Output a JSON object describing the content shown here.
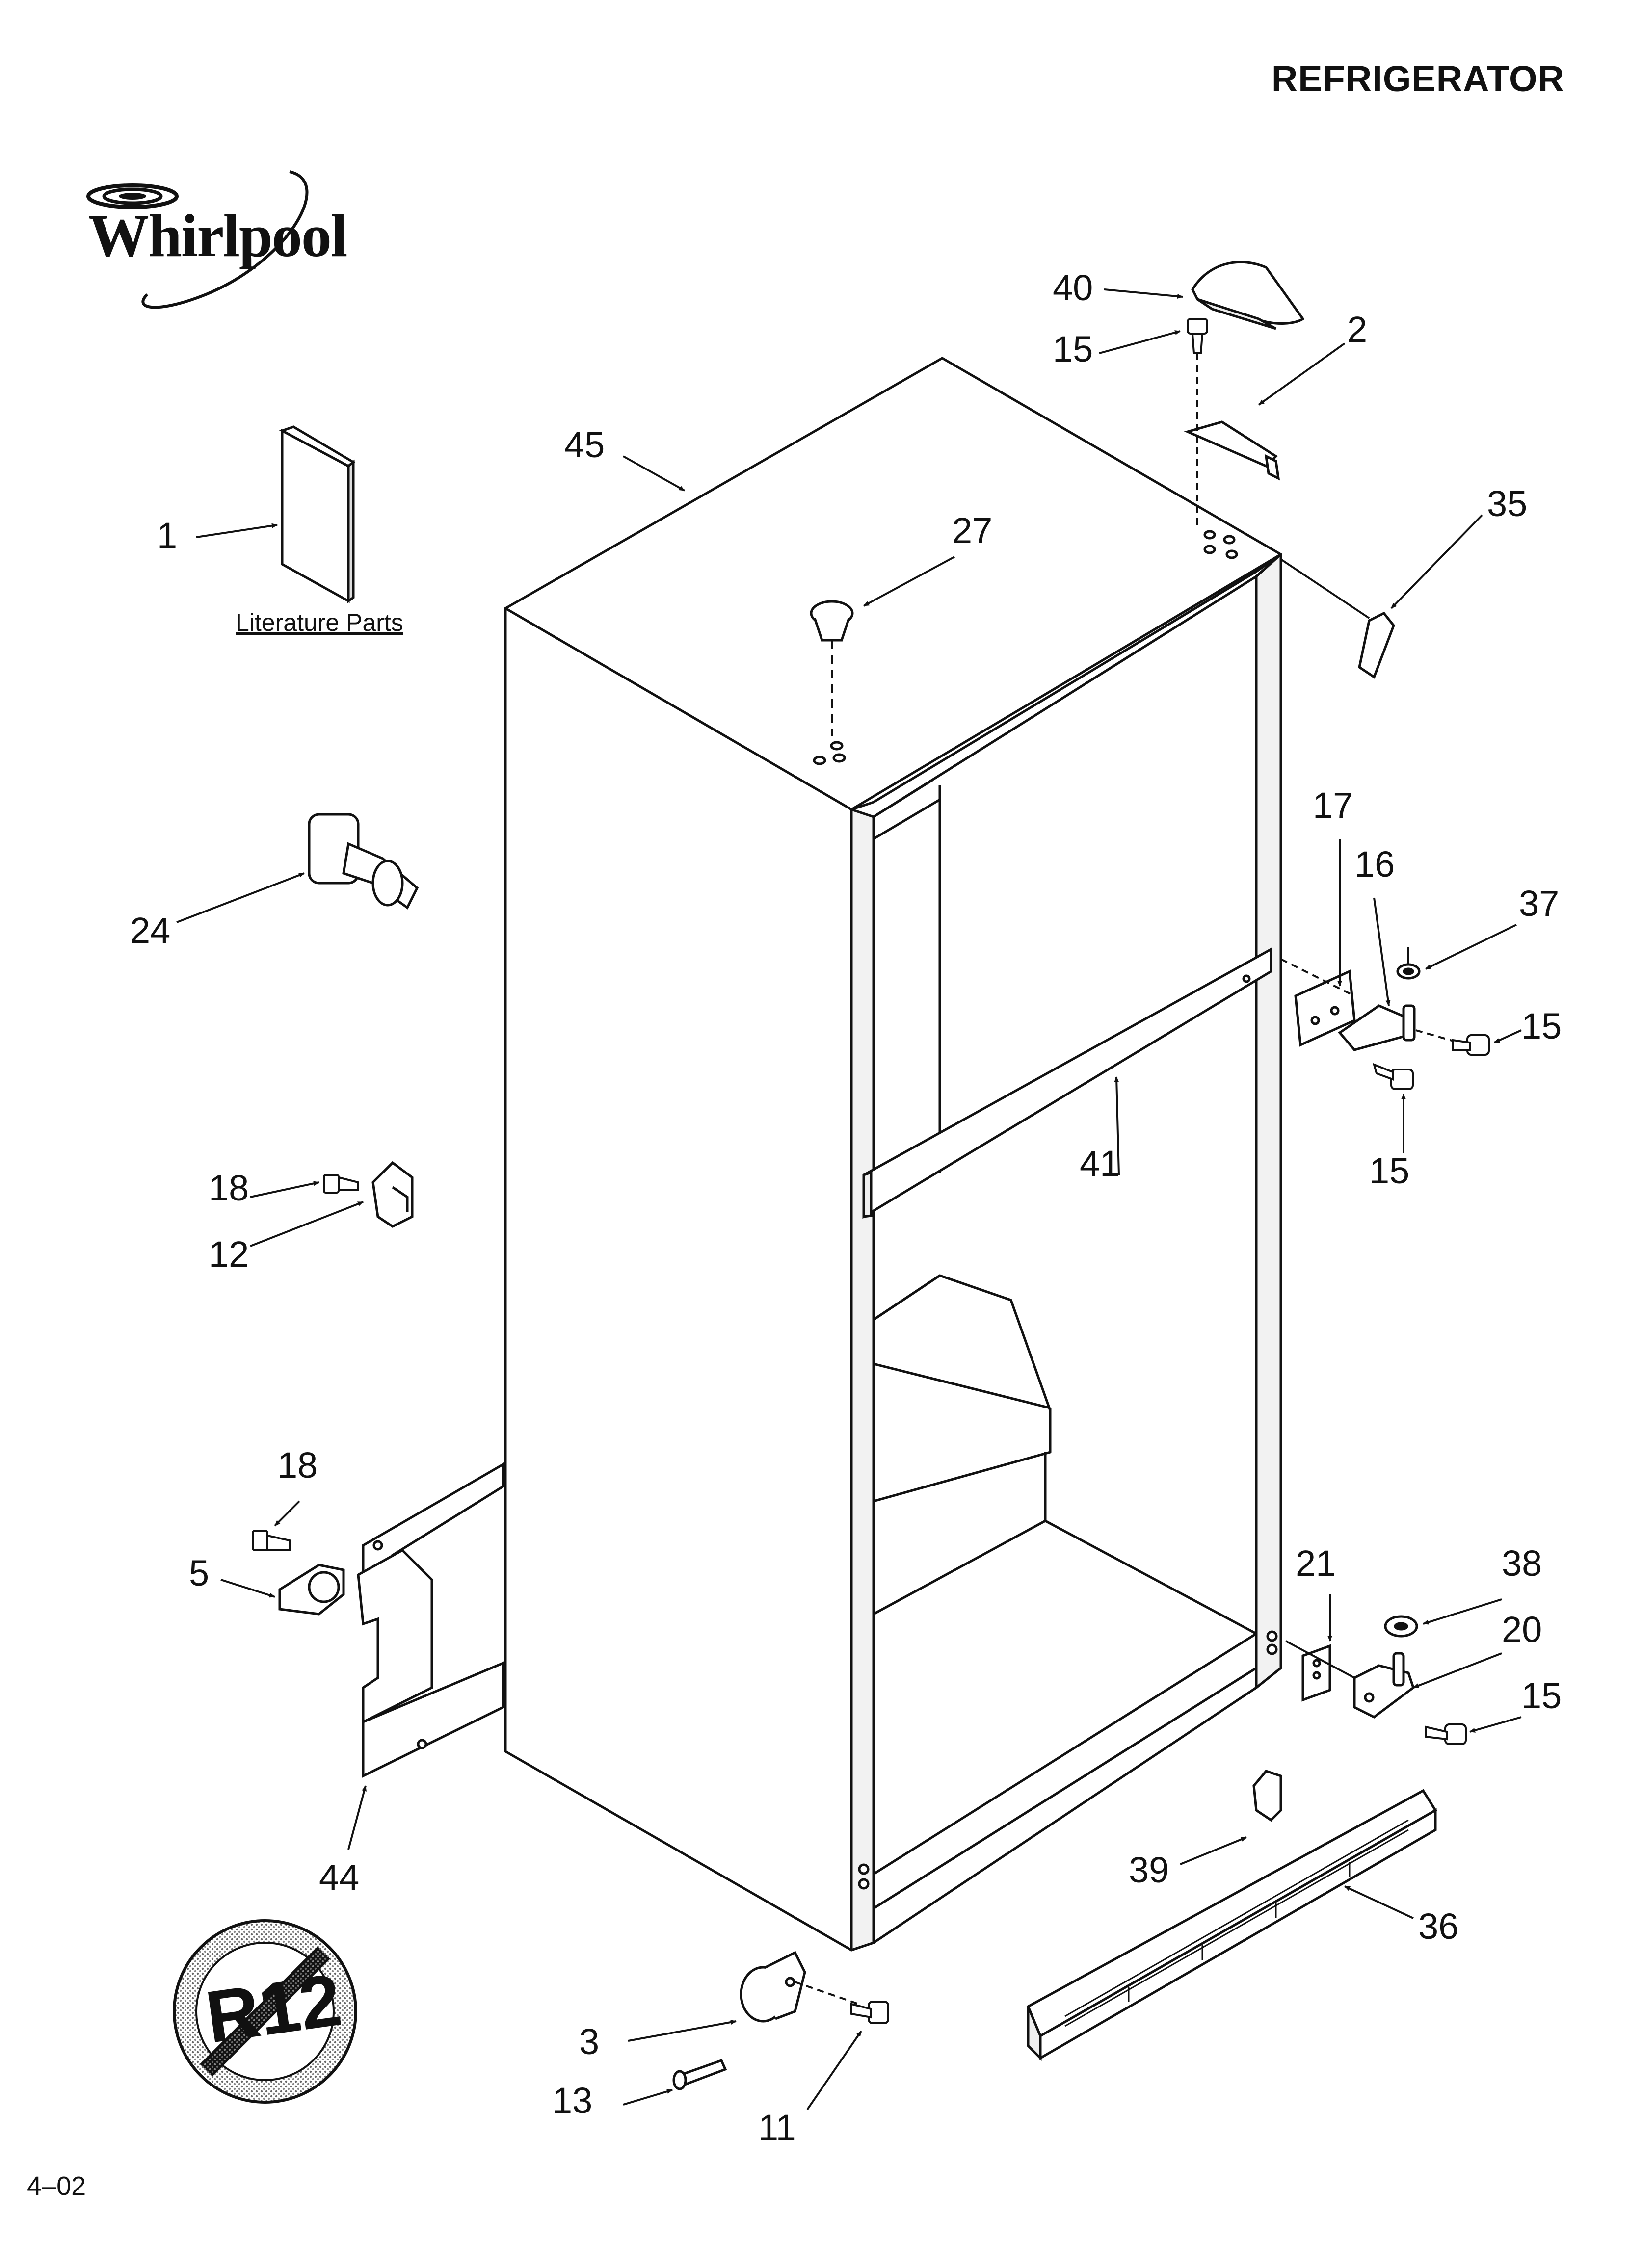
{
  "header": {
    "title": "REFRIGERATOR"
  },
  "brand": {
    "name": "Whirlpool"
  },
  "literature": {
    "label": "Literature Parts"
  },
  "footer": {
    "code": "4–02"
  },
  "badge": {
    "text": "R12"
  },
  "callouts": {
    "c40": "40",
    "c15a": "15",
    "c2": "2",
    "c45": "45",
    "c35": "35",
    "c1": "1",
    "c27": "27",
    "c17": "17",
    "c16": "16",
    "c37": "37",
    "c15b": "15",
    "c24": "24",
    "c41": "41",
    "c15c": "15",
    "c18a": "18",
    "c12": "12",
    "c18b": "18",
    "c5": "5",
    "c21": "21",
    "c38": "38",
    "c20": "20",
    "c15d": "15",
    "c39": "39",
    "c36": "36",
    "c44": "44",
    "c3": "3",
    "c13": "13",
    "c11": "11"
  }
}
